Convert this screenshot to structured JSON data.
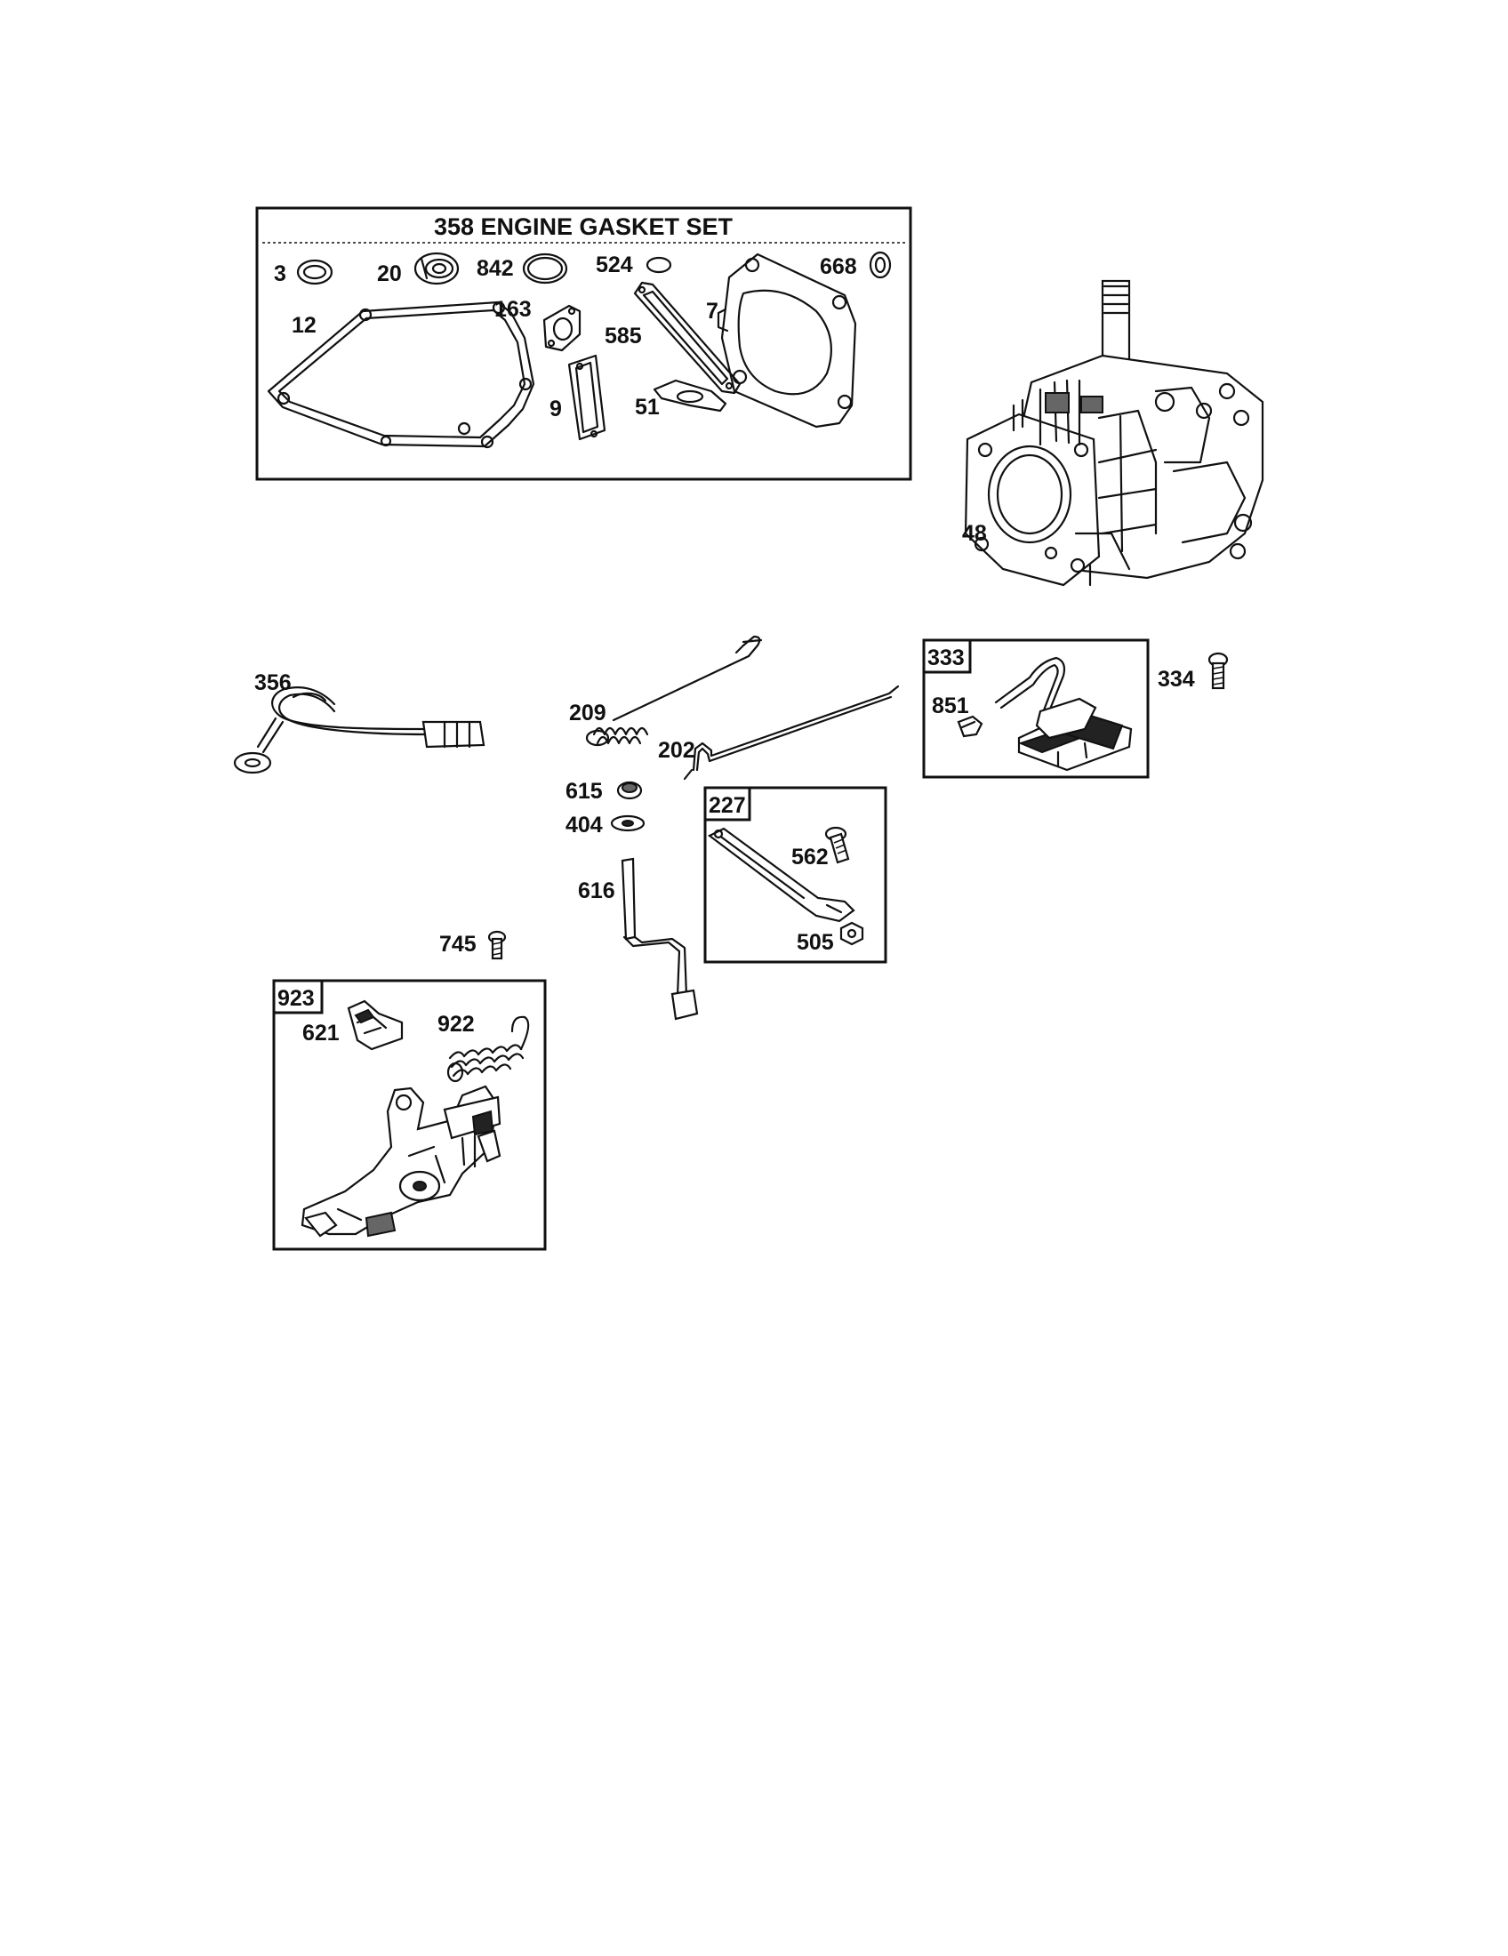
{
  "gasket_set": {
    "title": "358 ENGINE GASKET SET",
    "labels": {
      "p3": "3",
      "p20": "20",
      "p842": "842",
      "p524": "524",
      "p668": "668",
      "p12": "12",
      "p163": "163",
      "p585": "585",
      "p7": "7",
      "p9": "9",
      "p51": "51"
    }
  },
  "engine_block": {
    "label": "48"
  },
  "wire": {
    "label": "356"
  },
  "linkage": {
    "p209": "209",
    "p202": "202",
    "p615": "615",
    "p404": "404",
    "p616": "616",
    "p745": "745"
  },
  "ignition_kit": {
    "box_label": "333",
    "p851": "851",
    "p334": "334"
  },
  "governor_lever_kit": {
    "box_label": "227",
    "p562": "562",
    "p505": "505"
  },
  "control_bracket_kit": {
    "box_label": "923",
    "p621": "621",
    "p922": "922"
  }
}
